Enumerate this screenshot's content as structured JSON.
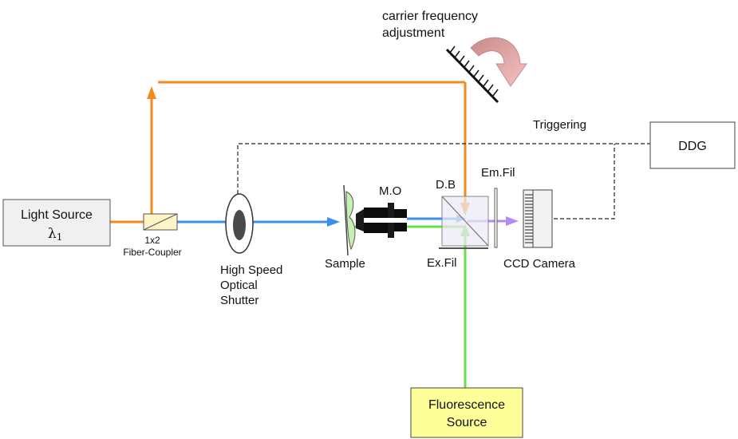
{
  "labels": {
    "light_source": "Light Source",
    "lambda": "λ",
    "lambda_sub": "1",
    "coupler_line1": "1x2",
    "coupler_line2": "Fiber-Coupler",
    "shutter_line1": "High Speed",
    "shutter_line2": "Optical",
    "shutter_line3": "Shutter",
    "sample": "Sample",
    "mo": "M.O",
    "db": "D.B",
    "em_fil": "Em.Fil",
    "ex_fil": "Ex.Fil",
    "ccd": "CCD Camera",
    "ddg": "DDG",
    "triggering": "Triggering",
    "carrier_line1": "carrier frequency",
    "carrier_line2": "adjustment",
    "fluor_line1": "Fluorescence",
    "fluor_line2": "Source"
  },
  "colors": {
    "orange_beam": "#f28a1e",
    "blue_beam": "#3b8fe6",
    "green_beam": "#66e04a",
    "violet_beam": "#b48cf0",
    "light_source_fill": "#f0f0f0",
    "fluorescence_fill": "#ffff99",
    "curved_arrow": "#e8a6a6"
  }
}
